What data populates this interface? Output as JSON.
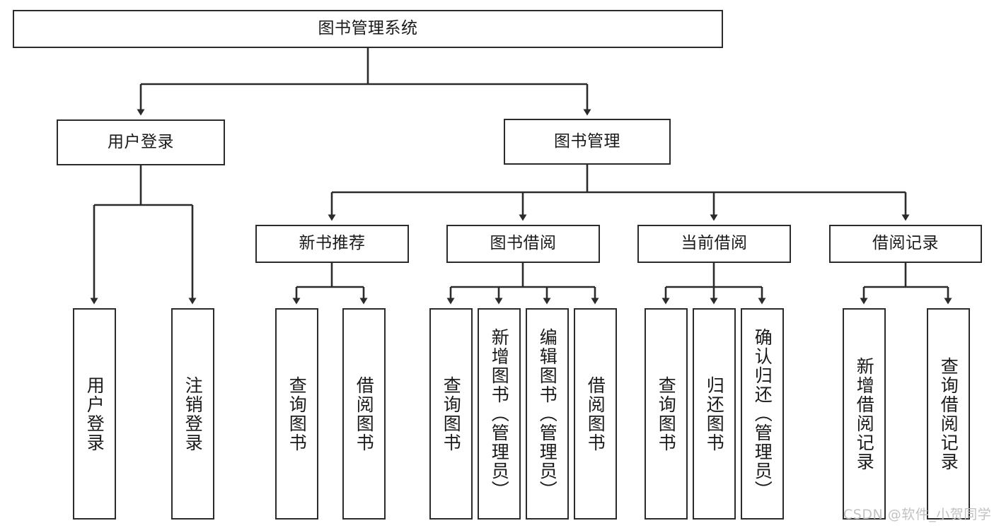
{
  "diagram": {
    "title": "图书管理系统",
    "watermark": "CSDN @软件_小贺同学",
    "line_color": "#2b2b2b",
    "box_fill": "#ffffff",
    "text_color": "#1a1a1a",
    "watermark_color": "#c2c2c2"
  },
  "nodes": {
    "root": {
      "label": "图书管理系统"
    },
    "level2": [
      {
        "label": "用户登录"
      },
      {
        "label": "图书管理"
      }
    ],
    "level3": [
      {
        "label": "新书推荐"
      },
      {
        "label": "图书借阅"
      },
      {
        "label": "当前借阅"
      },
      {
        "label": "借阅记录"
      }
    ],
    "leaves": {
      "user_login": [
        {
          "label": "用户登录"
        },
        {
          "label": "注销登录"
        }
      ],
      "new_book_recommend": [
        {
          "label": "查询图书"
        },
        {
          "label": "借阅图书"
        }
      ],
      "book_borrow": [
        {
          "label": "查询图书"
        },
        {
          "label": "新增图书（管理员）"
        },
        {
          "label": "编辑图书（管理员）"
        },
        {
          "label": "借阅图书"
        }
      ],
      "current_borrow": [
        {
          "label": "查询图书"
        },
        {
          "label": "归还图书"
        },
        {
          "label": "确认归还（管理员）"
        }
      ],
      "borrow_record": [
        {
          "label": "新增借阅记录"
        },
        {
          "label": "查询借阅记录"
        }
      ]
    }
  },
  "chart_data": {
    "type": "tree-diagram",
    "title": "图书管理系统",
    "orientation": "top-down",
    "levels": 4,
    "tree": {
      "name": "图书管理系统",
      "children": [
        {
          "name": "用户登录",
          "children": [
            {
              "name": "用户登录"
            },
            {
              "name": "注销登录"
            }
          ]
        },
        {
          "name": "图书管理",
          "children": [
            {
              "name": "新书推荐",
              "children": [
                {
                  "name": "查询图书"
                },
                {
                  "name": "借阅图书"
                }
              ]
            },
            {
              "name": "图书借阅",
              "children": [
                {
                  "name": "查询图书"
                },
                {
                  "name": "新增图书（管理员）"
                },
                {
                  "name": "编辑图书（管理员）"
                },
                {
                  "name": "借阅图书"
                }
              ]
            },
            {
              "name": "当前借阅",
              "children": [
                {
                  "name": "查询图书"
                },
                {
                  "name": "归还图书"
                },
                {
                  "name": "确认归还（管理员）"
                }
              ]
            },
            {
              "name": "借阅记录",
              "children": [
                {
                  "name": "新增借阅记录"
                },
                {
                  "name": "查询借阅记录"
                }
              ]
            }
          ]
        }
      ]
    }
  }
}
